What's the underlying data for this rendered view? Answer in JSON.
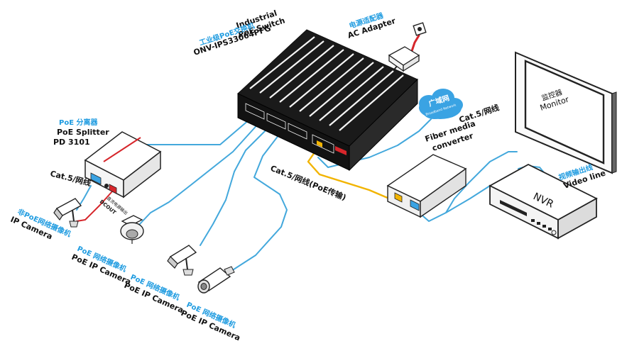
{
  "colors": {
    "cable_blue": "#43a8dc",
    "fiber_yellow": "#f2b400",
    "power_red": "#d6262b",
    "label_cyan": "#1e9be0",
    "device_dark": "#1a1a1a",
    "cloud_blue": "#3aa3e3"
  },
  "switch": {
    "line1": "Industrial",
    "line2": "PoE Switch",
    "cn": "工业级PoE交换机",
    "model": "ONV-IPS33064PFG"
  },
  "adapter": {
    "cn": "电源适配器",
    "en": "AC Adapter"
  },
  "cloud": {
    "cn": "广域网",
    "sub": "Broadband Network",
    "cable_label": "Cat.5/网线"
  },
  "monitor": {
    "cn": "监控器",
    "en": "Monitor"
  },
  "fiber_converter": {
    "line1": "Fiber media",
    "line2": "converter"
  },
  "nvr": {
    "label": "NVR",
    "video_cn": "视频输出线",
    "video_en": "Video line"
  },
  "splitter": {
    "cn": "PoE 分离器",
    "line1": "PoE Splitter",
    "line2": "PD 3101",
    "dc_cn": "直流电源输出",
    "dc_en": "DCOUT",
    "cable_label": "Cat.5/网线"
  },
  "cat5_poe_label": "Cat.5/网线(PoE传输)",
  "cameras": {
    "non_poe_cn": "非PoE网络摄像机",
    "non_poe_en": "IP Camera",
    "poe1_cn": "PoE 网络摄像机",
    "poe1_en": "PoE IP Camera",
    "poe2_cn": "PoE 网络摄像机",
    "poe2_en": "PoE IP Camera",
    "poe3_cn": "PoE 网络摄像机",
    "poe3_en": "PoE IP Camera"
  }
}
